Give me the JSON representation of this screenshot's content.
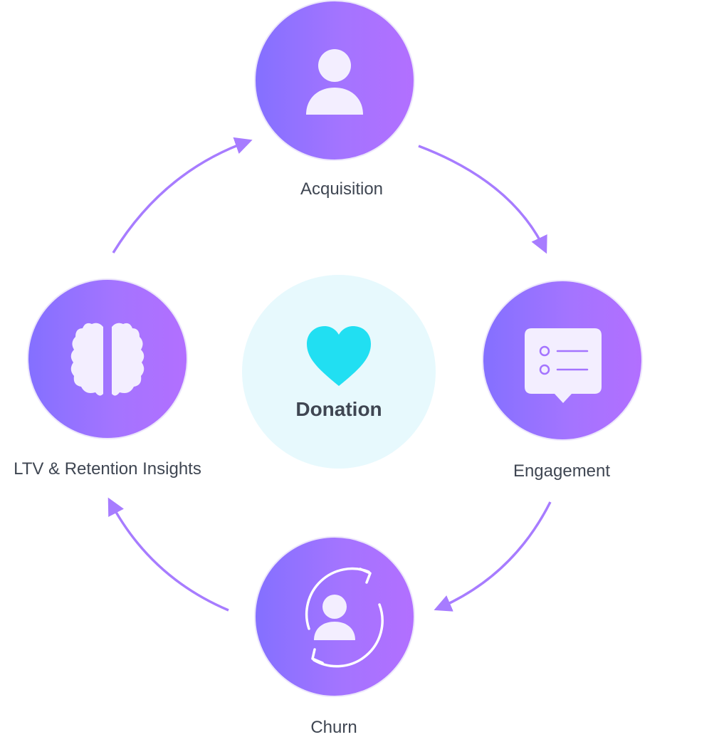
{
  "center": {
    "label": "Donation",
    "icon": "heart-icon",
    "icon_color": "#21dff2",
    "background": "#e7f9fd"
  },
  "stages": [
    {
      "label": "Acquisition",
      "icon": "user-icon"
    },
    {
      "label": "Engagement",
      "icon": "chat-list-icon"
    },
    {
      "label": "Churn",
      "icon": "user-cycle-icon"
    },
    {
      "label": "LTV & Retention Insights",
      "icon": "brain-icon"
    }
  ],
  "flow": [
    "Acquisition",
    "Engagement",
    "Churn",
    "LTV & Retention Insights"
  ],
  "colors": {
    "node_gradient_start": "#8470ff",
    "node_gradient_end": "#b26fff",
    "arrow": "#a77cff",
    "text": "#3f4652"
  }
}
